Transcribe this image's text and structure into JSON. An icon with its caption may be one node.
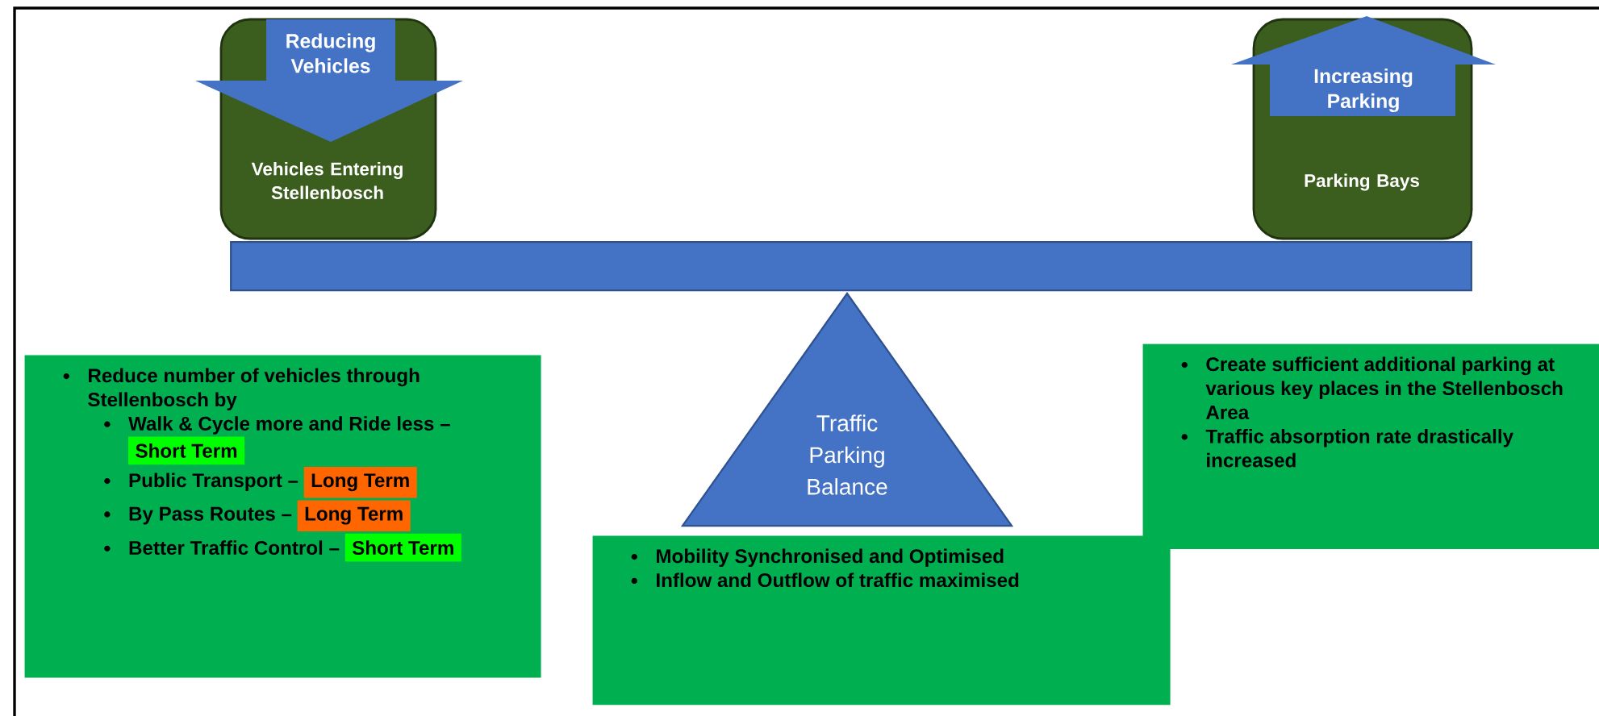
{
  "diagram": {
    "nodes": [
      {
        "text": [
          "Reducing Vehicles"
        ]
      },
      {
        "text": [
          "Vehicles Entering Stellenbosch"
        ]
      },
      {
        "text": [
          "Increasing Parking"
        ]
      },
      {
        "text": [
          "Parking Bays"
        ]
      },
      {
        "text": [],
        "shape": "bar"
      },
      {
        "text": [
          "Traffic Parking Balance"
        ]
      },
      {
        "text": [
          "Reduce number of vehicles through Stellenbosch by",
          "Walk & Cycle more and Ride less –",
          "Short Term",
          "Public Transport –",
          "Long Term",
          "By Pass Routes –",
          "Long Term",
          "Better Traffic Control –",
          "Short Term"
        ]
      },
      {
        "text": [
          "Create sufficient additional parking at various key places in the Stellenbosch Area",
          "Traffic absorption rate drastically increased"
        ]
      },
      {
        "text": [
          "Mobility Synchronised and Optimised",
          "Inflow and Outflow of traffic maximised"
        ]
      }
    ]
  }
}
